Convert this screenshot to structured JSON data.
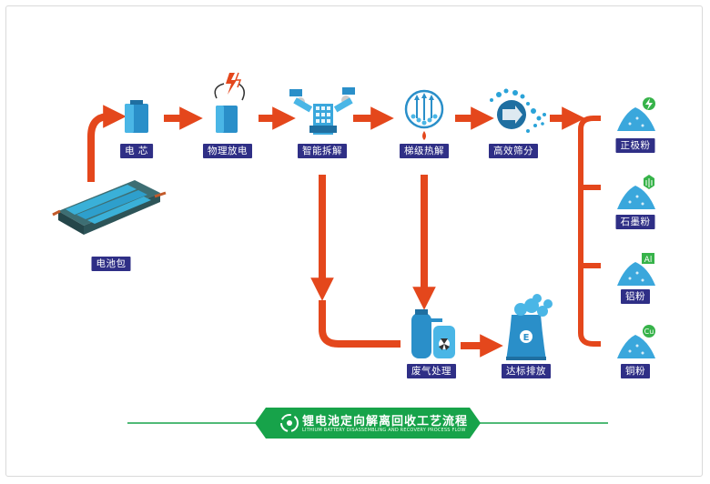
{
  "nodes": {
    "battery_pack": "电池包",
    "cell": "电 芯",
    "discharge": "物理放电",
    "dismantle": "智能拆解",
    "thermal": "梯级热解",
    "screening": "高效筛分",
    "gas_treatment": "废气处理",
    "emission": "达标排放"
  },
  "products": {
    "cathode": "正极粉",
    "graphite": "石墨粉",
    "aluminum": "铝粉",
    "copper": "铜粉"
  },
  "badges": {
    "aluminum": "Al",
    "copper": "Cu"
  },
  "banner": {
    "title": "锂电池定向解离回收工艺流程",
    "subtitle": "LITHIUM BATTERY DISASSEMBLING AND RECOVERY PROCESS FLOW"
  },
  "icons": [
    "battery-pack-icon",
    "battery-cell-icon",
    "discharge-icon",
    "robot-arm-icon",
    "heat-icon",
    "sieve-icon",
    "gas-tank-icon",
    "factory-icon",
    "powder-pile-icon",
    "lightning-badge-icon",
    "graphite-badge-icon",
    "recycle-icon"
  ],
  "colors": {
    "arrow": "#e4471c",
    "label_bg": "#2f2f86",
    "icon_blue": "#2aa3d8",
    "banner_green": "#17a34a",
    "badge_green": "#37b34a"
  }
}
